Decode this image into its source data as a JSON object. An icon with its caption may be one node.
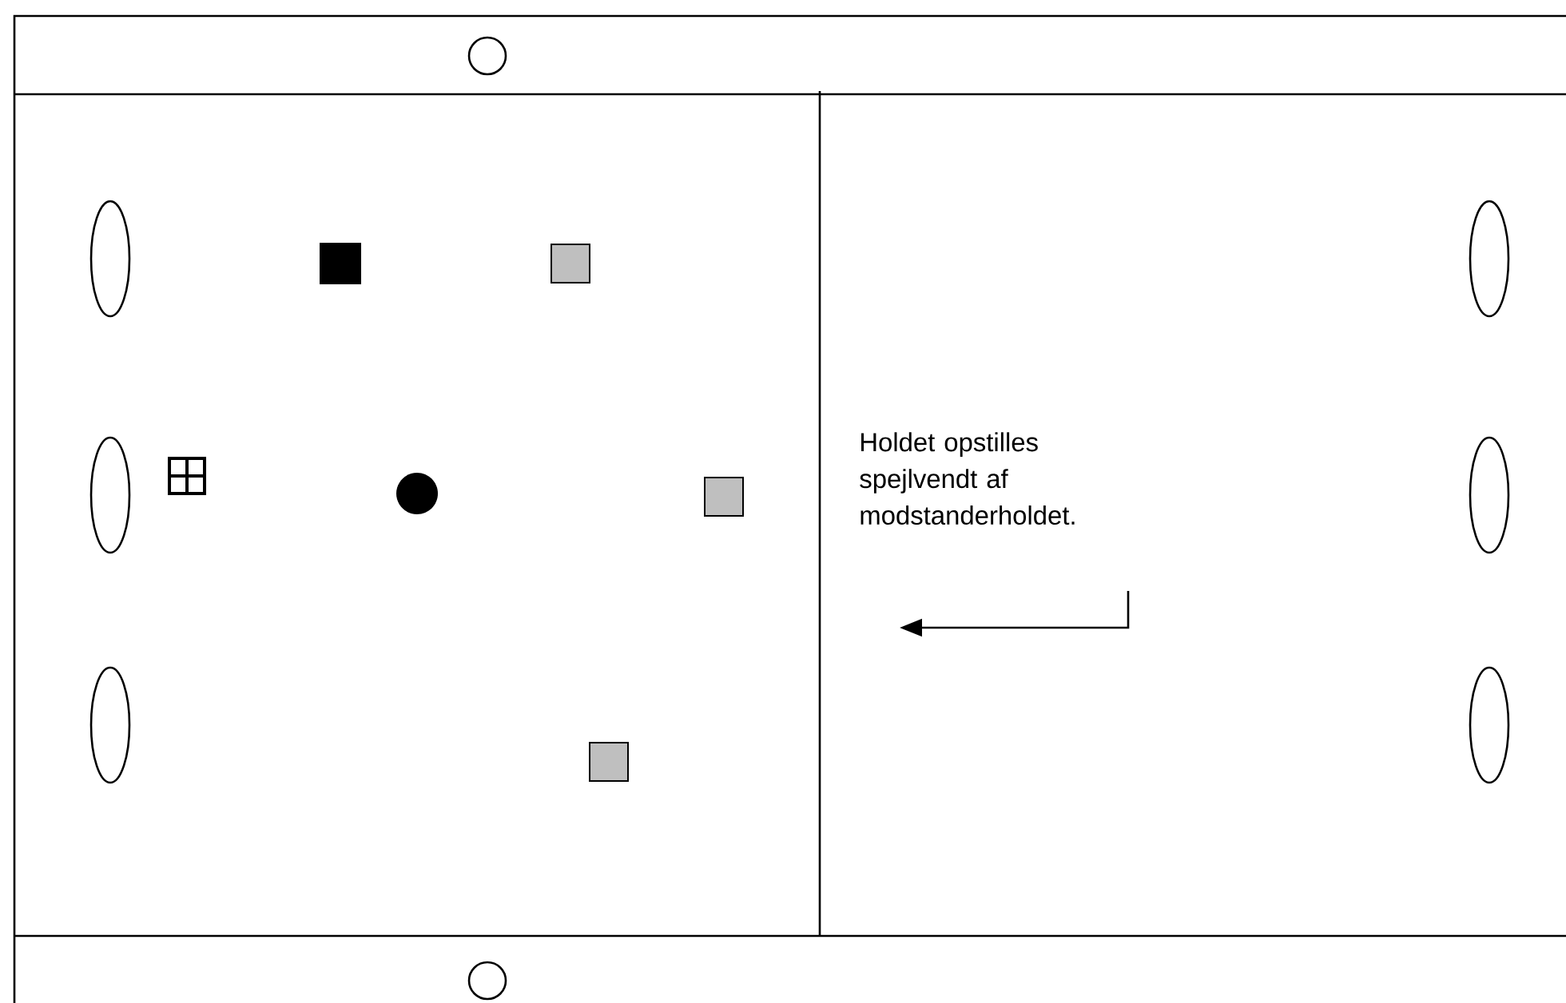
{
  "diagram": {
    "nodes": [
      {
        "text": [],
        "shape": "ellipse"
      },
      {
        "text": [],
        "shape": "ellipse"
      },
      {
        "text": [],
        "shape": "ellipse"
      },
      {
        "text": [],
        "shape": "ellipse"
      },
      {
        "text": [],
        "shape": "ellipse"
      },
      {
        "text": [],
        "shape": "ellipse"
      }
    ],
    "labels": [
      "Holdet opstilles spejlvendt af modstanderholdet."
    ]
  }
}
